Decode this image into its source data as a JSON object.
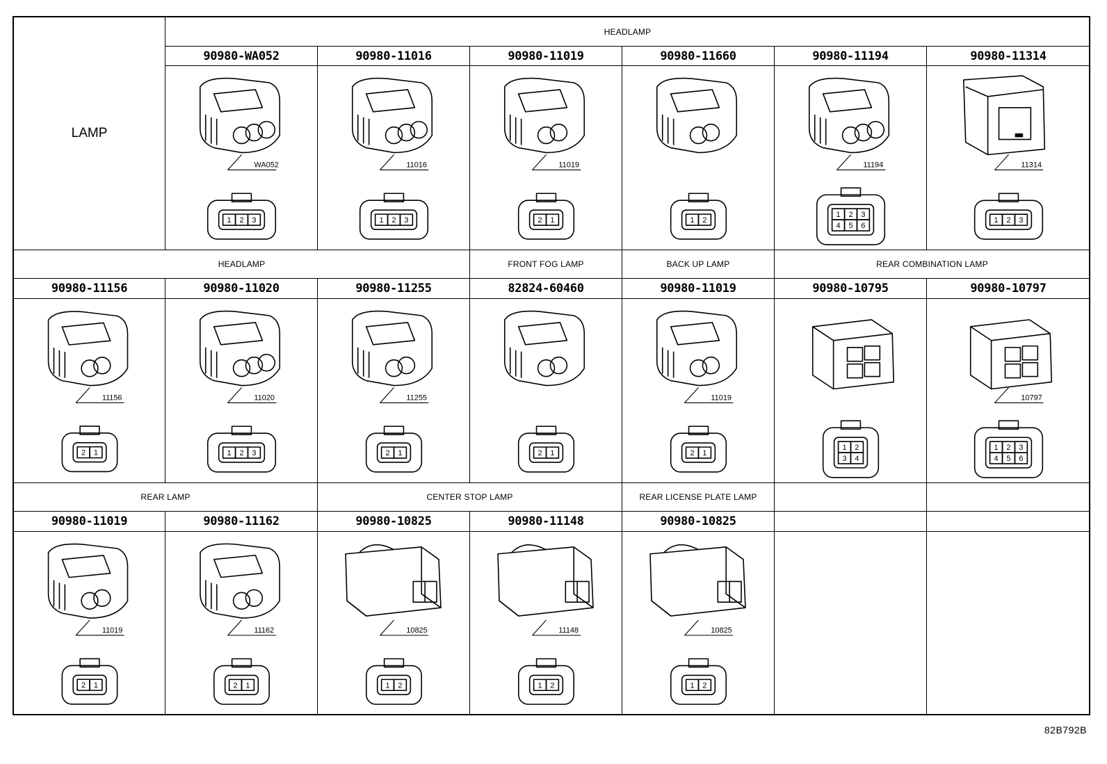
{
  "title": "LAMP",
  "figure_code": "82B792B",
  "rows": [
    {
      "groups": [
        {
          "label": "HEADLAMP",
          "span": 6,
          "start": 1
        }
      ],
      "items": [
        {
          "part": "90980-WA052",
          "callout": "WA052",
          "pins": [
            "1",
            "2",
            "3"
          ],
          "style": "a"
        },
        {
          "part": "90980-11016",
          "callout": "11016",
          "pins": [
            "1",
            "2",
            "3"
          ],
          "style": "b"
        },
        {
          "part": "90980-11019",
          "callout": "11019",
          "pins": [
            "2",
            "1"
          ],
          "style": "c"
        },
        {
          "part": "90980-11660",
          "callout": "",
          "pins": [
            "1",
            "2"
          ],
          "style": "d"
        },
        {
          "part": "90980-11194",
          "callout": "11194",
          "pins": [
            "1",
            "2",
            "3",
            "4",
            "5",
            "6"
          ],
          "style": "e"
        },
        {
          "part": "90980-11314",
          "callout": "11314",
          "pins": [
            "1",
            "2",
            "3"
          ],
          "style": "f"
        }
      ]
    },
    {
      "groups": [
        {
          "label": "HEADLAMP",
          "span": 3,
          "start": 0
        },
        {
          "label": "FRONT FOG LAMP",
          "span": 1,
          "start": 3
        },
        {
          "label": "BACK UP LAMP",
          "span": 1,
          "start": 4
        },
        {
          "label": "REAR COMBINATION LAMP",
          "span": 2,
          "start": 5
        }
      ],
      "items": [
        {
          "part": "90980-11156",
          "callout": "11156",
          "pins": [
            "2",
            "1"
          ],
          "style": "g"
        },
        {
          "part": "90980-11020",
          "callout": "11020",
          "pins": [
            "1",
            "2",
            "3"
          ],
          "style": "h"
        },
        {
          "part": "90980-11255",
          "callout": "11255",
          "pins": [
            "2",
            "1"
          ],
          "style": "i"
        },
        {
          "part": "82824-60460",
          "callout": "",
          "pins": [
            "2",
            "1"
          ],
          "style": "j"
        },
        {
          "part": "90980-11019",
          "callout": "11019",
          "pins": [
            "2",
            "1"
          ],
          "style": "c"
        },
        {
          "part": "90980-10795",
          "callout": "",
          "pins": [
            "1",
            "2",
            "3",
            "4"
          ],
          "style": "k"
        },
        {
          "part": "90980-10797",
          "callout": "10797",
          "pins": [
            "1",
            "2",
            "3",
            "4",
            "5",
            "6"
          ],
          "style": "l"
        }
      ]
    },
    {
      "groups": [
        {
          "label": "REAR LAMP",
          "span": 2,
          "start": 0
        },
        {
          "label": "CENTER STOP LAMP",
          "span": 2,
          "start": 2
        },
        {
          "label": "REAR LICENSE PLATE LAMP",
          "span": 1,
          "start": 4
        },
        {
          "label": "",
          "span": 1,
          "start": 5
        },
        {
          "label": "",
          "span": 1,
          "start": 6
        }
      ],
      "items": [
        {
          "part": "90980-11019",
          "callout": "11019",
          "pins": [
            "2",
            "1"
          ],
          "style": "c"
        },
        {
          "part": "90980-11162",
          "callout": "11162",
          "pins": [
            "2",
            "1"
          ],
          "style": "m"
        },
        {
          "part": "90980-10825",
          "callout": "10825",
          "pins": [
            "1",
            "2"
          ],
          "style": "n"
        },
        {
          "part": "90980-11148",
          "callout": "11148",
          "pins": [
            "1",
            "2"
          ],
          "style": "o"
        },
        {
          "part": "90980-10825",
          "callout": "10825",
          "pins": [
            "1",
            "2"
          ],
          "style": "n"
        },
        {
          "part": "",
          "callout": "",
          "pins": [],
          "style": "none"
        },
        {
          "part": "",
          "callout": "",
          "pins": [],
          "style": "none"
        }
      ]
    }
  ]
}
